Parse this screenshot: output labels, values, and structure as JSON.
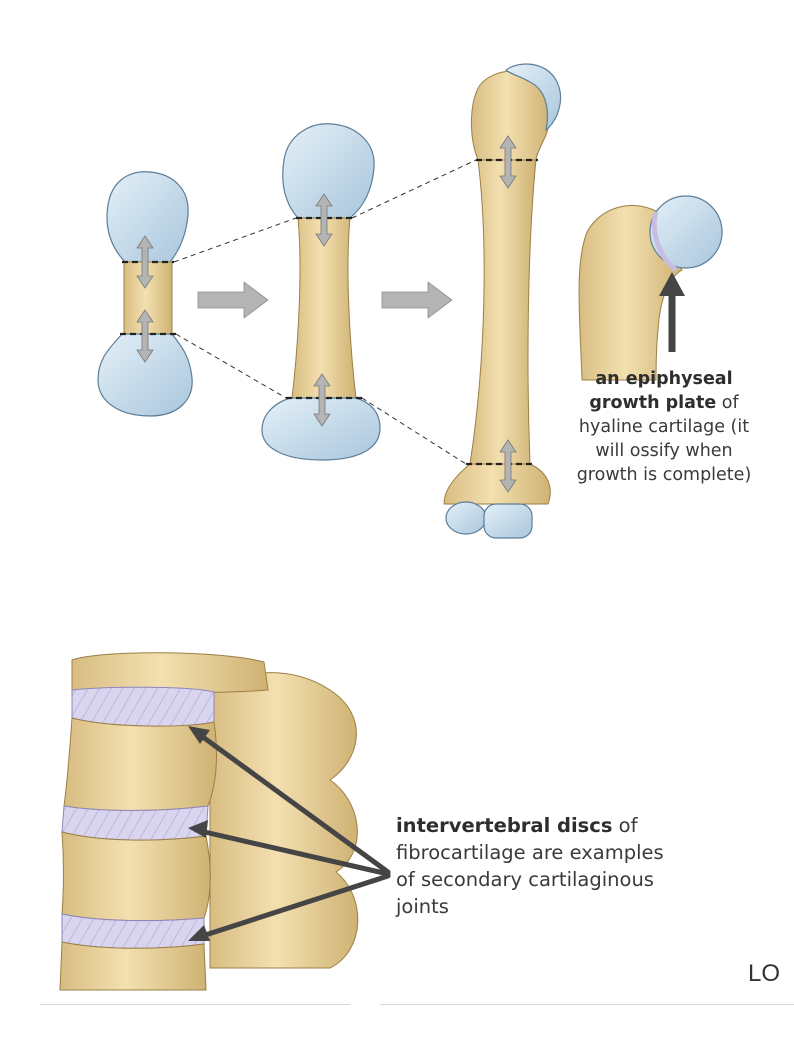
{
  "epiphyseal_label": {
    "bold": "an epiphyseal growth plate",
    "rest": " of hyaline cartilage (it will ossify when growth is complete)"
  },
  "disc_label": {
    "bold": "intervertebral discs",
    "rest": " of fibrocartilage are examples of secondary cartilaginous joints"
  },
  "corner_tag": "LO",
  "colors": {
    "bone": "#efd9a4",
    "bone_shadow": "#c9ab6b",
    "cartilage": "#c6dcec",
    "disc": "#d7d3ec",
    "arrow_dark": "#454545",
    "arrow_gray": "#b4b4b4"
  }
}
